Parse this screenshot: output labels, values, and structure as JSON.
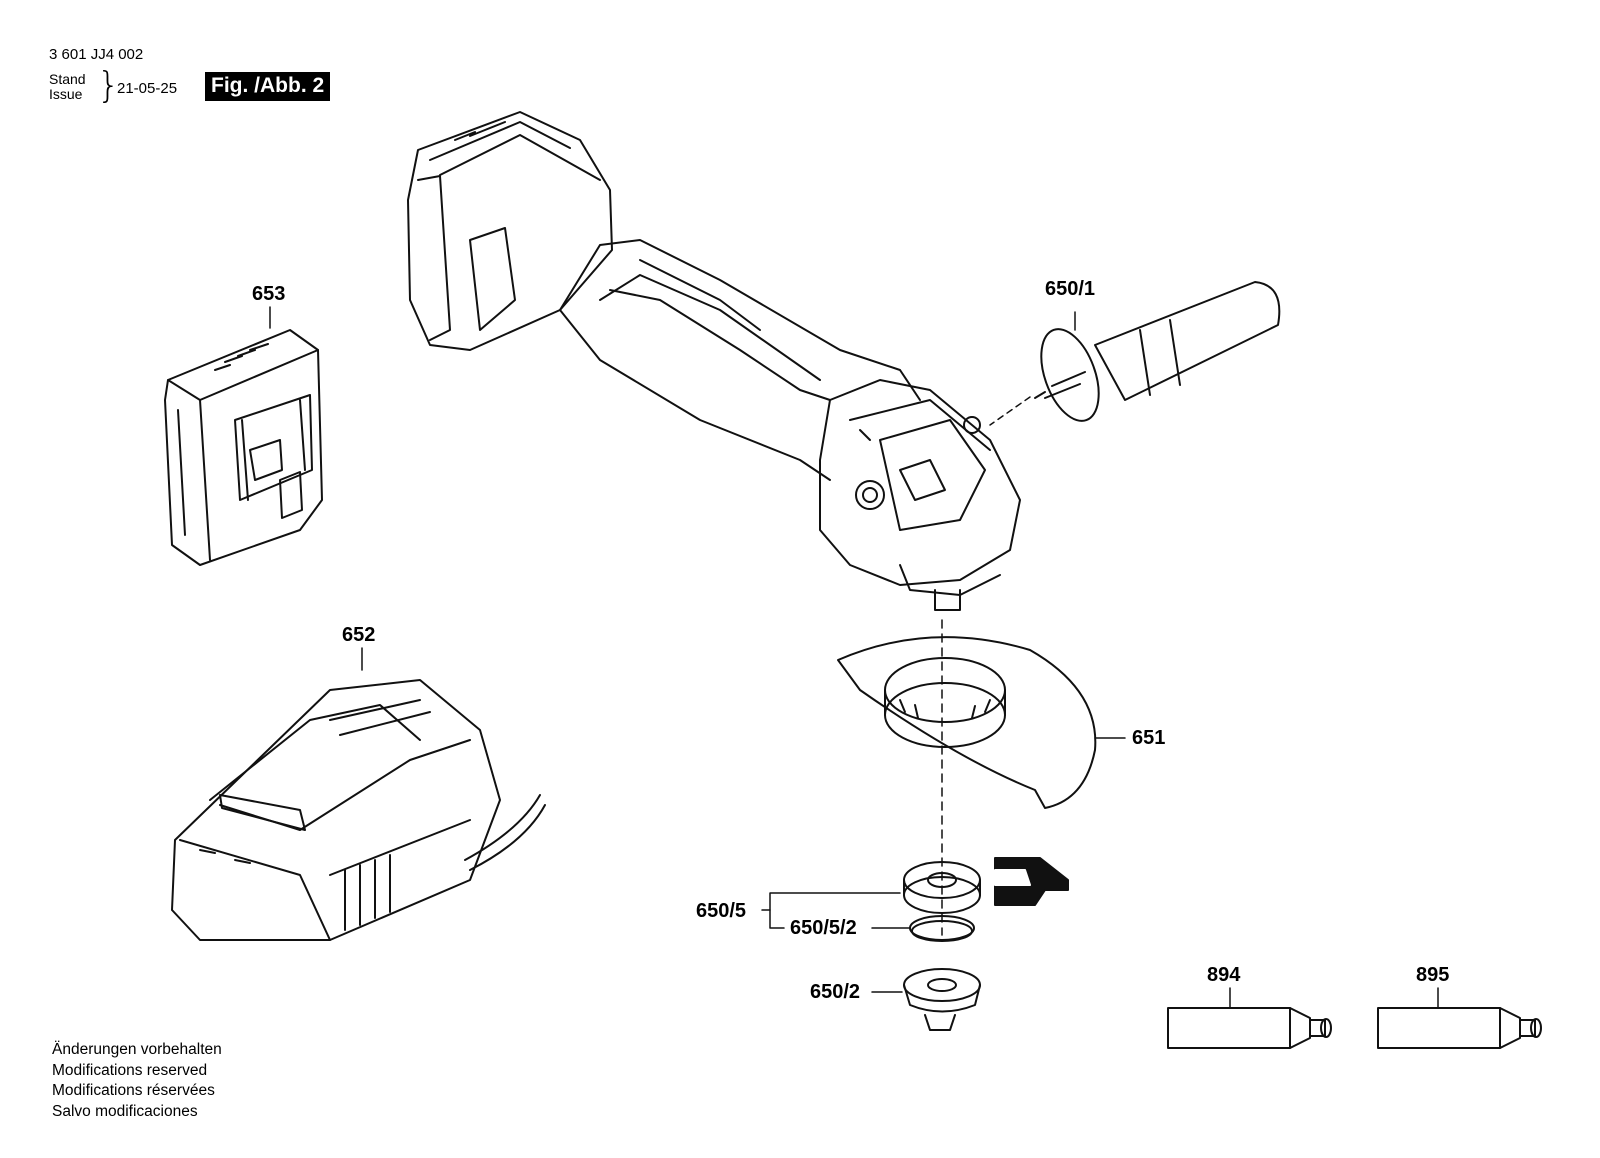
{
  "header": {
    "part_number": "3 601 JJ4 002",
    "stand_label": "Stand",
    "issue_label": "Issue",
    "date": "21-05-25",
    "figure": "Fig. /Abb. 2"
  },
  "notes": [
    "Änderungen vorbehalten",
    "Modifications reserved",
    "Modifications réservées",
    "Salvo modificaciones"
  ],
  "parts": [
    "650/1",
    "653",
    "652",
    "651",
    "650/5",
    "650/5/2",
    "650/2",
    "894",
    "895"
  ]
}
